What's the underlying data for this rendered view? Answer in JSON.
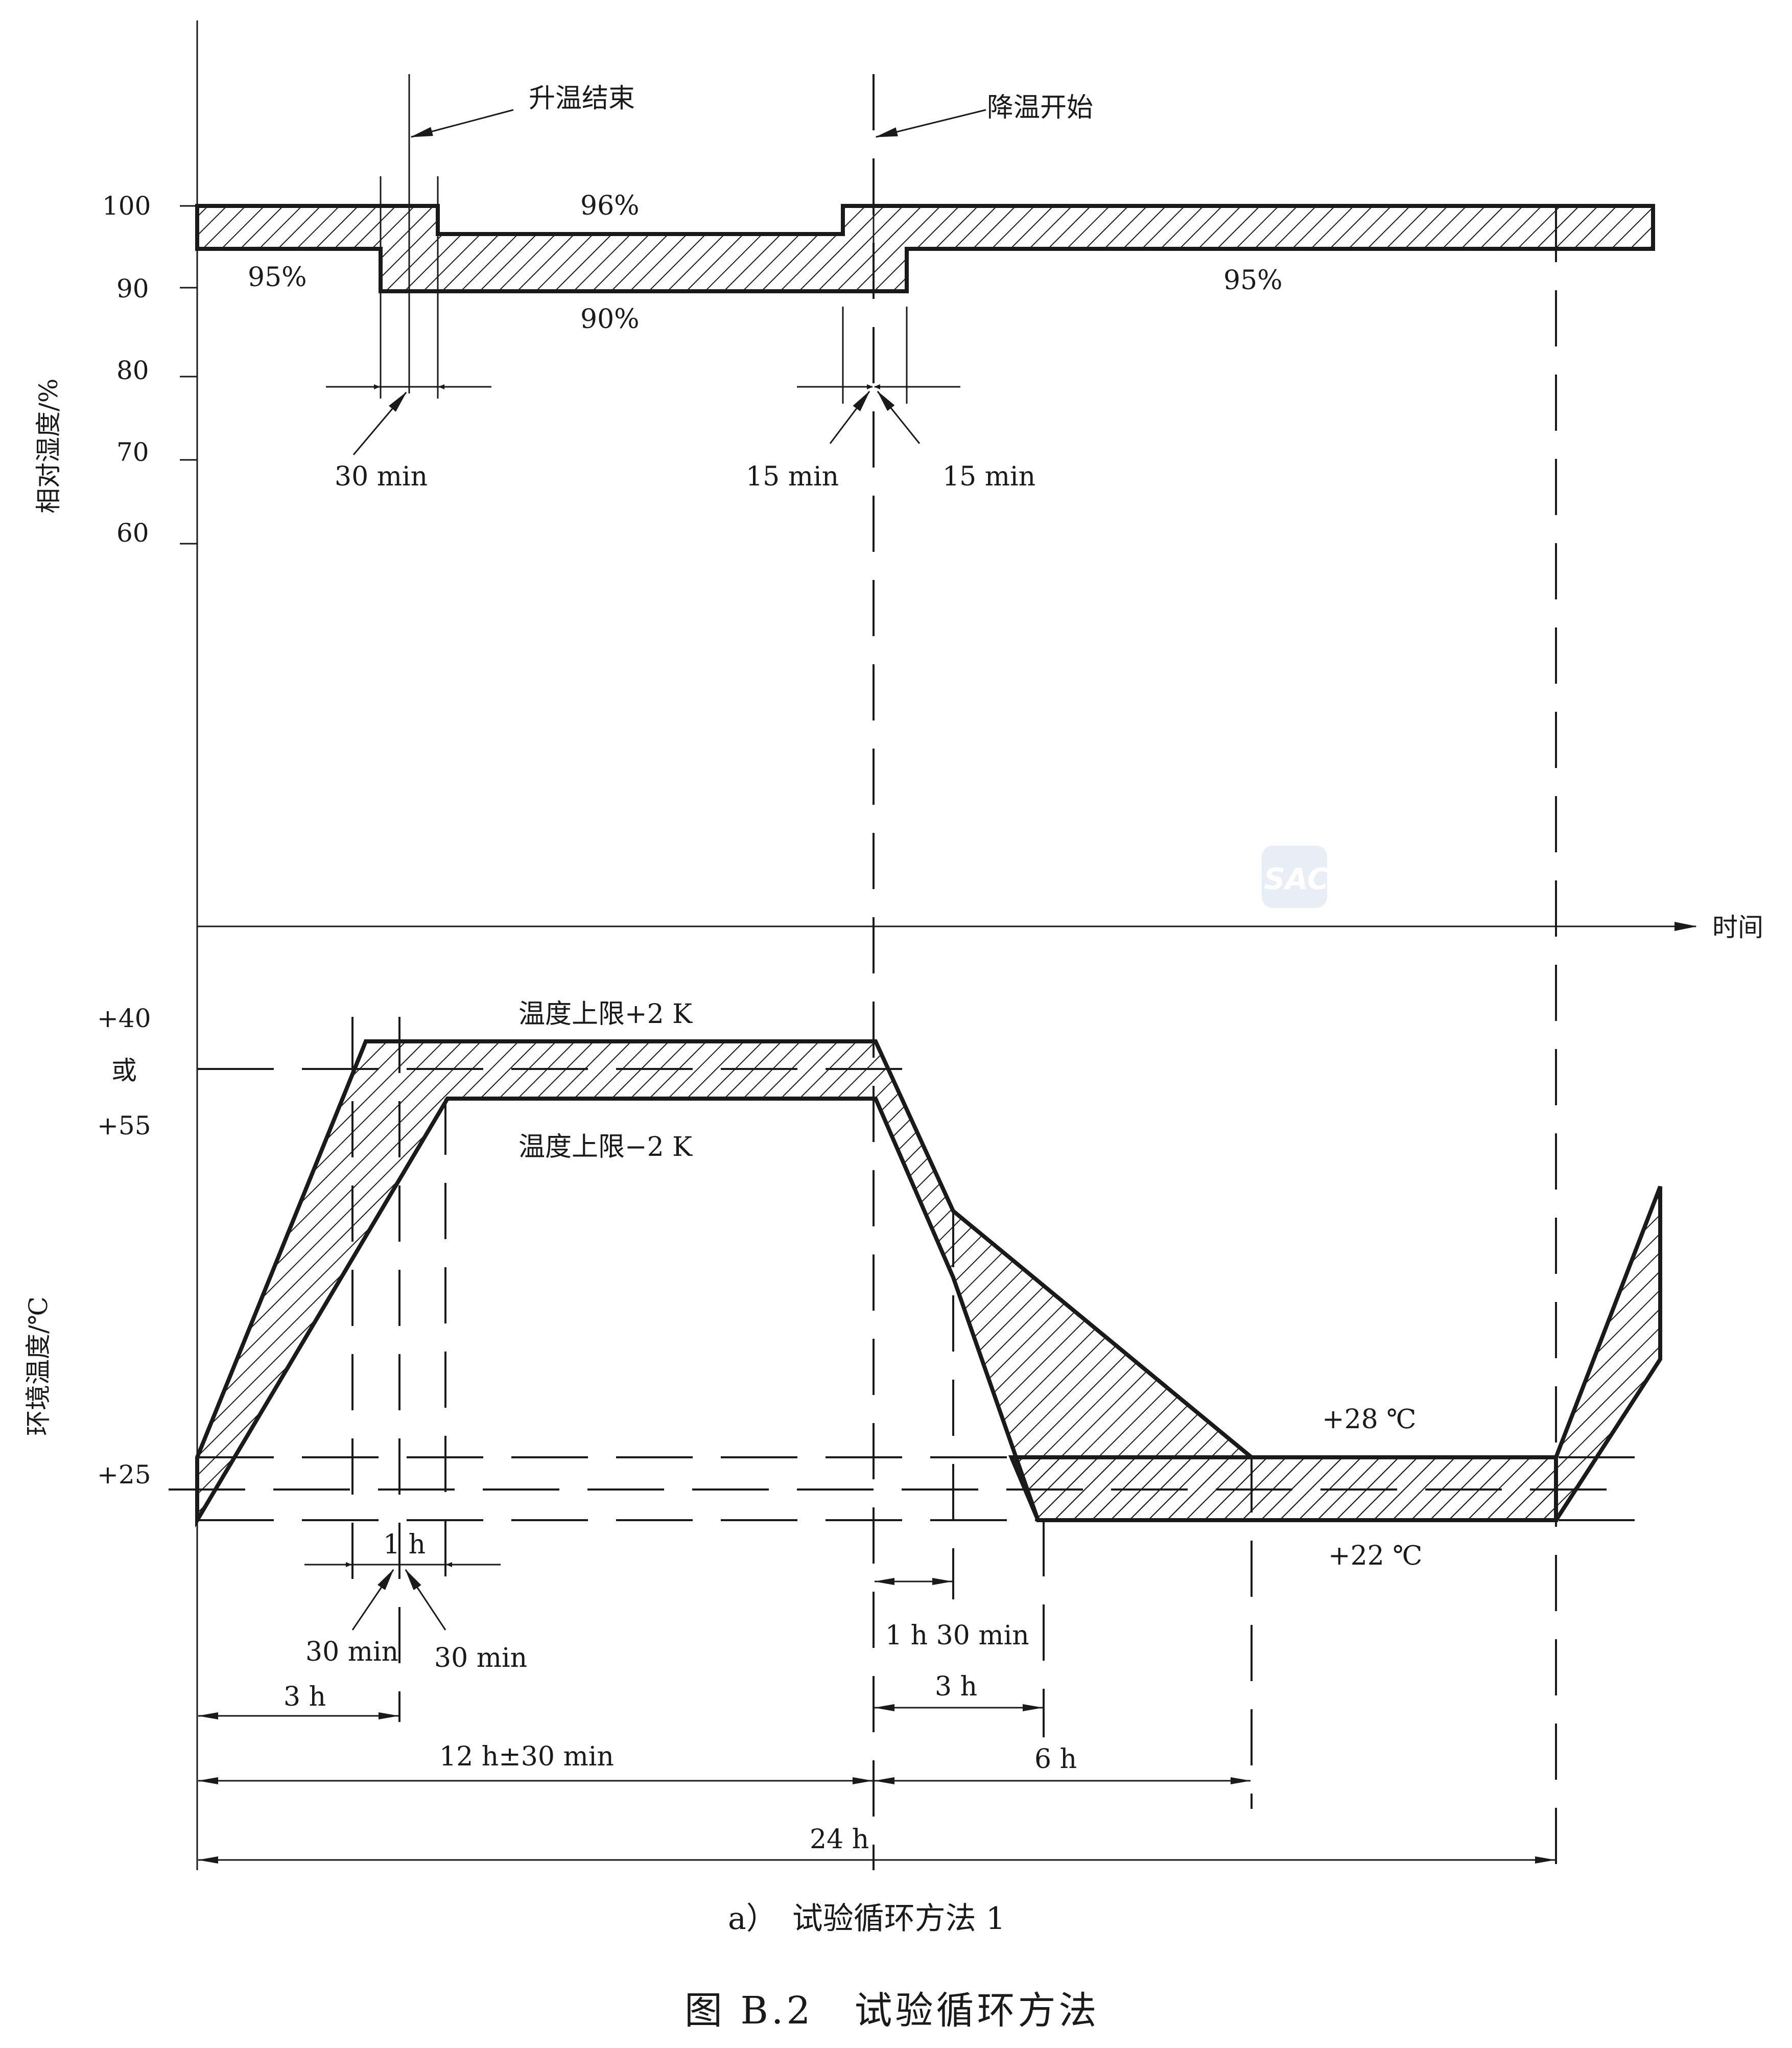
{
  "humidity_chart": {
    "y_axis_label": "相对湿度/%",
    "ticks": [
      "100",
      "90",
      "80",
      "70",
      "60"
    ],
    "labels": {
      "warm_end": "升温结束",
      "cool_start": "降温开始",
      "pct_96": "96%",
      "pct_95_left": "95%",
      "pct_90": "90%",
      "pct_95_right": "95%",
      "min_30": "30 min",
      "min_15_left": "15 min",
      "min_15_right": "15 min"
    }
  },
  "time_axis": {
    "label": "时间"
  },
  "temperature_chart": {
    "y_axis_label": "环境温度/℃",
    "ticks": {
      "upper_a": "+40",
      "or": "或",
      "upper_b": "+55",
      "lower": "+25"
    },
    "labels": {
      "upper_plus": "温度上限+2 K",
      "upper_minus": "温度上限−2 K",
      "t28": "+28 ℃",
      "t22": "+22 ℃",
      "h1": "1 h",
      "min30_a": "30 min",
      "min30_b": "30 min",
      "h1_30min": "1 h 30 min",
      "h3_left": "3 h",
      "h3_right": "3 h",
      "h12": "12 h±30 min",
      "h6": "6 h",
      "h24": "24 h"
    }
  },
  "watermark": "SAC",
  "subcaption": "a）　试验循环方法 1",
  "caption": "图 B.2　试验循环方法"
}
